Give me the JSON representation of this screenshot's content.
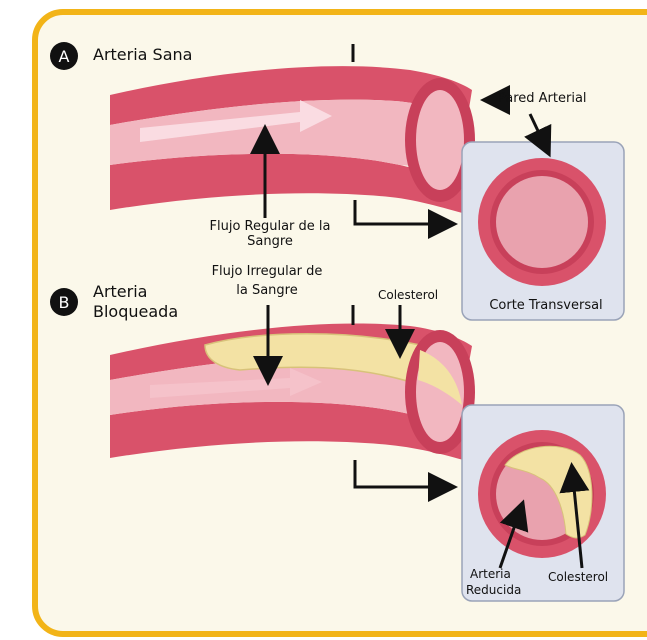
{
  "colors": {
    "frame_border": "#f2b418",
    "panel_bg": "#fbf8ea",
    "artery_outer": "#d9526a",
    "artery_inner": "#f2b7c0",
    "cholesterol": "#f3e2a4",
    "cross_section_box": "#dfe3ee"
  },
  "section_a": {
    "badge": "A",
    "title": "Arteria Sana",
    "wall_label": "Pared Arterial",
    "flow_label": "Flujo Regular de la Sangre",
    "cross_section_label": "Corte Transversal"
  },
  "section_b": {
    "badge": "B",
    "title_line1": "Arteria",
    "title_line2": "Bloqueada",
    "flow_label_line1": "Flujo Irregular de",
    "flow_label_line2": "la Sangre",
    "cholesterol_label": "Colesterol",
    "narrowed_label_line1": "Arteria",
    "narrowed_label_line2": "Reducida",
    "cholesterol_label_cross": "Colesterol"
  }
}
